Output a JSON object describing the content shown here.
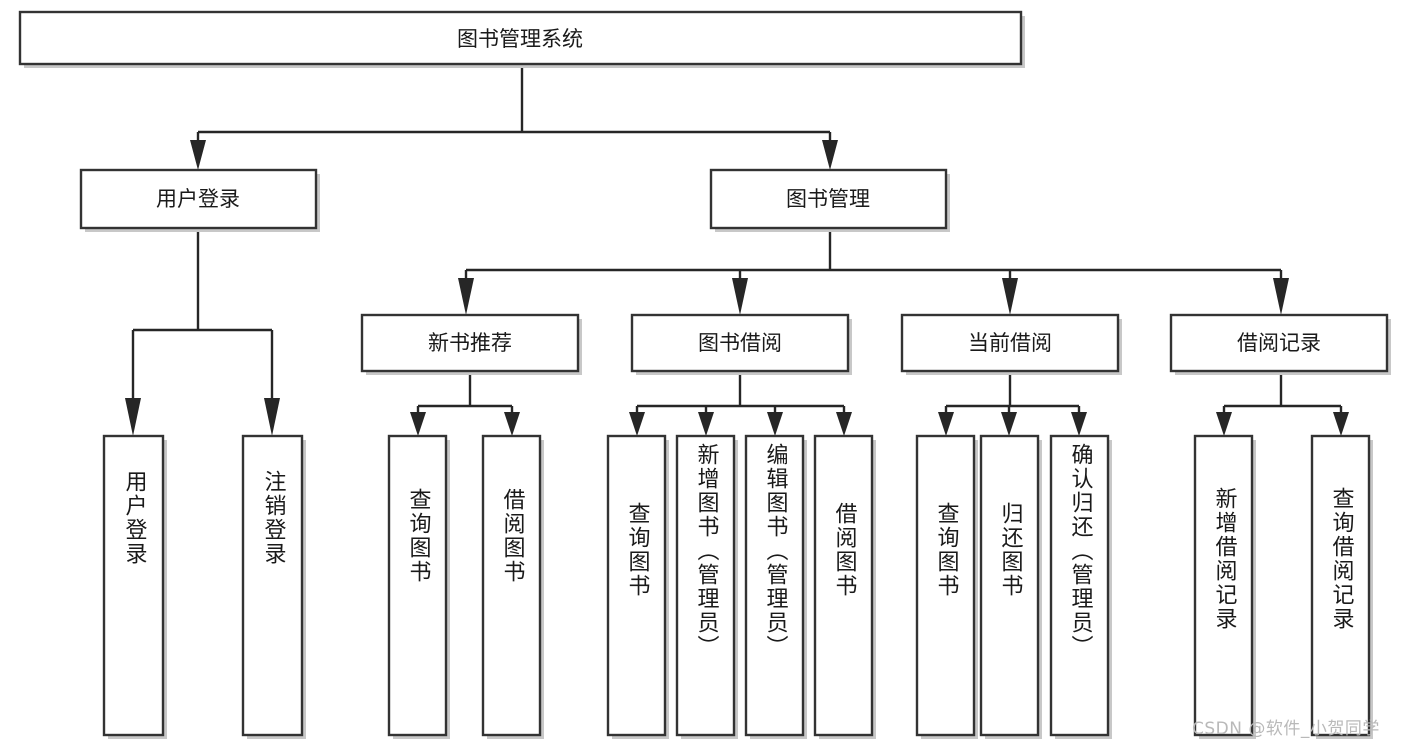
{
  "diagram": {
    "type": "tree",
    "title": "图书管理系统",
    "watermark": "CSDN @软件_小贺同学",
    "colors": {
      "box_fill": "#ffffff",
      "box_stroke": "#333333",
      "connector": "#262626",
      "text": "#1a1a1a",
      "watermark": "#b9b9b9",
      "background": "#ffffff"
    },
    "root": {
      "label": "图书管理系统"
    },
    "level2": [
      {
        "label": "用户登录"
      },
      {
        "label": "图书管理"
      }
    ],
    "level3": [
      {
        "label": "新书推荐"
      },
      {
        "label": "图书借阅"
      },
      {
        "label": "当前借阅"
      },
      {
        "label": "借阅记录"
      }
    ],
    "leaves": {
      "user_login": [
        {
          "label": "用户登录"
        },
        {
          "label": "注销登录"
        }
      ],
      "new_book": [
        {
          "label": "查询图书"
        },
        {
          "label": "借阅图书"
        }
      ],
      "book_borrow": [
        {
          "label": "查询图书"
        },
        {
          "label": "新增图书（管理员）"
        },
        {
          "label": "编辑图书（管理员）"
        },
        {
          "label": "借阅图书"
        }
      ],
      "current_borrow": [
        {
          "label": "查询图书"
        },
        {
          "label": "归还图书"
        },
        {
          "label": "确认归还（管理员）"
        }
      ],
      "borrow_record": [
        {
          "label": "新增借阅记录"
        },
        {
          "label": "查询借阅记录"
        }
      ]
    }
  }
}
